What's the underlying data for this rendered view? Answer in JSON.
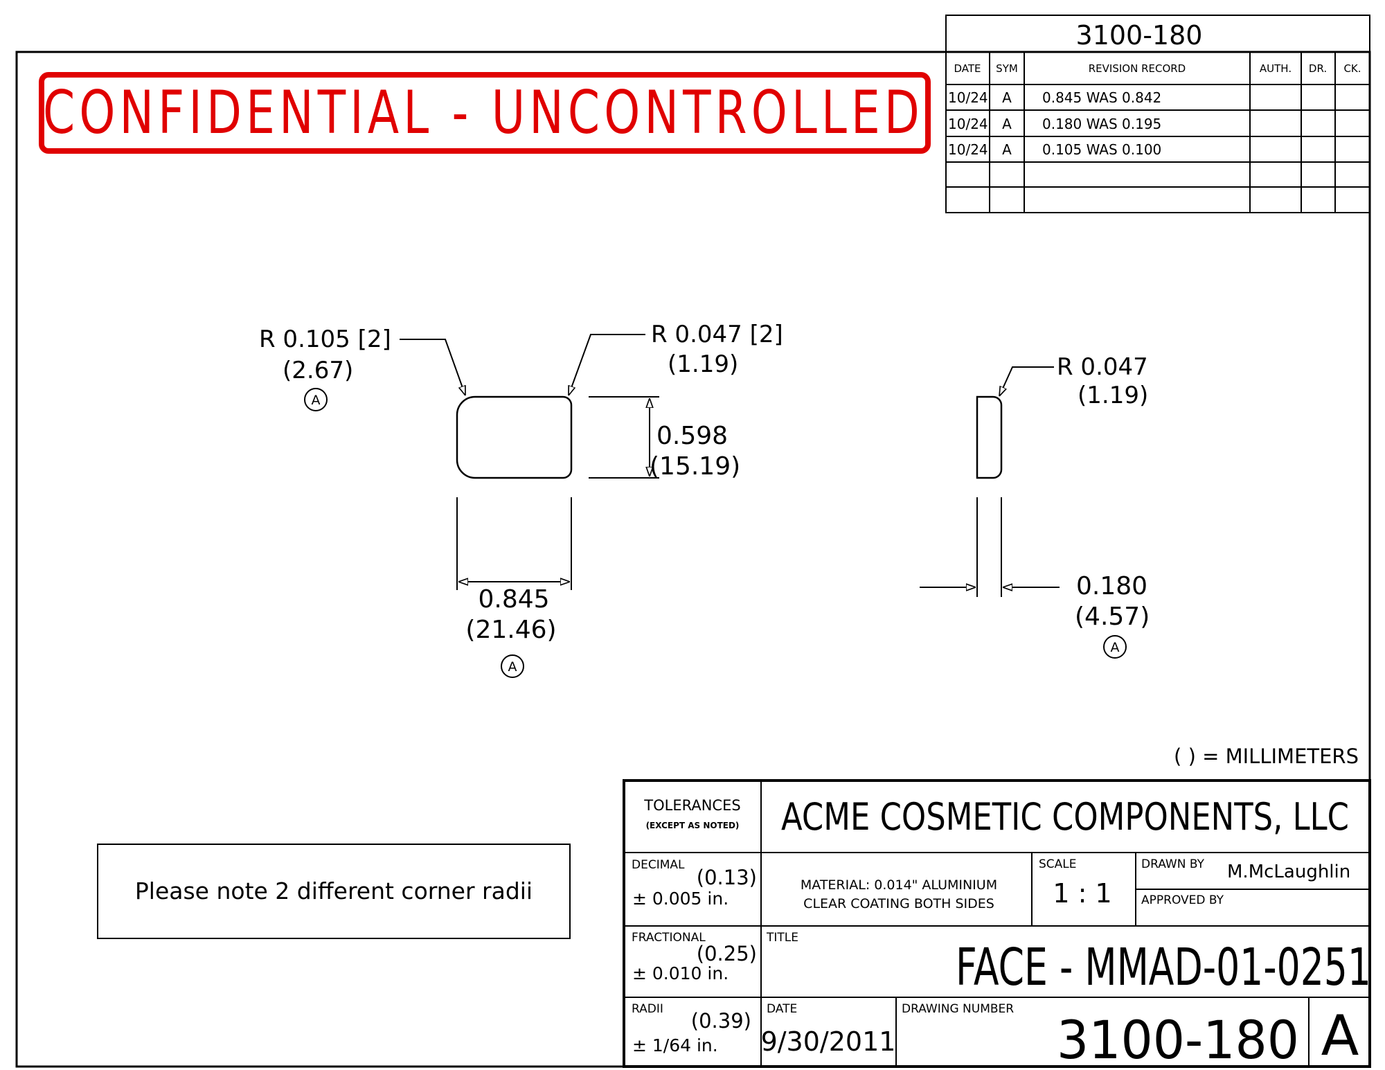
{
  "header": {
    "drawing_ref": "3100-180"
  },
  "revision": {
    "headers": [
      "DATE",
      "SYM",
      "REVISION RECORD",
      "AUTH.",
      "DR.",
      "CK."
    ],
    "rows": [
      {
        "date": "10/24",
        "sym": "A",
        "record": "0.845 WAS 0.842"
      },
      {
        "date": "10/24",
        "sym": "A",
        "record": "0.180 WAS 0.195"
      },
      {
        "date": "10/24",
        "sym": "A",
        "record": "0.105 WAS 0.100"
      }
    ]
  },
  "stamp": {
    "text": "CONFIDENTIAL - UNCONTROLLED",
    "color": "#e00000"
  },
  "front_view": {
    "radius_large": {
      "label": "R 0.105 [2]",
      "mm": "(2.67)",
      "sym": "A"
    },
    "radius_small": {
      "label": "R 0.047 [2]",
      "mm": "(1.19)"
    },
    "height": {
      "value": "0.598",
      "mm": "(15.19)"
    },
    "width": {
      "value": "0.845",
      "mm": "(21.46)",
      "sym": "A"
    }
  },
  "side_view": {
    "radius": {
      "label": "R 0.047",
      "mm": "(1.19)"
    },
    "thickness": {
      "value": "0.180",
      "mm": "(4.57)",
      "sym": "A"
    }
  },
  "units_note": "( ) = MILLIMETERS",
  "note_box": "Please note 2 different corner radii",
  "title_block": {
    "tolerances": "TOLERANCES",
    "except": "(EXCEPT AS NOTED)",
    "company": "ACME COSMETIC COMPONENTS, LLC",
    "decimal": {
      "label": "DECIMAL",
      "mm": "(0.13)",
      "value": "± 0.005 in."
    },
    "fractional": {
      "label": "FRACTIONAL",
      "mm": "(0.25)",
      "value": "± 0.010 in."
    },
    "radii": {
      "label": "RADII",
      "mm": "(0.39)",
      "value": "± 1/64 in."
    },
    "material_line1": "MATERIAL: 0.014\" ALUMINIUM",
    "material_line2": "CLEAR COATING BOTH SIDES",
    "scale_label": "SCALE",
    "scale_value": "1 : 1",
    "drawn_by_label": "DRAWN BY",
    "drawn_by_value": "M.McLaughlin",
    "approved_by_label": "APPROVED BY",
    "title_label": "TITLE",
    "title_value": "FACE - MMAD-01-0251",
    "date_label": "DATE",
    "date_value": "9/30/2011",
    "drawing_number_label": "DRAWING NUMBER",
    "drawing_number_value": "3100-180",
    "revision_sym": "A"
  }
}
